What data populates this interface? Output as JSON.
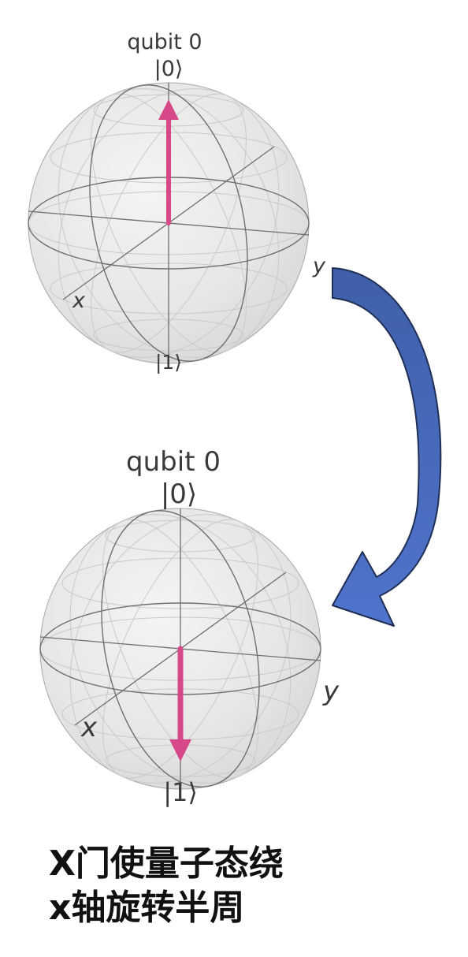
{
  "top_sphere": {
    "title": "qubit 0",
    "north_label": "|0⟩",
    "south_label": "|1⟩",
    "x_label": "x",
    "y_label": "y",
    "state": "|0⟩",
    "vector_direction": "up",
    "vector_color": "#d6488a"
  },
  "bottom_sphere": {
    "title": "qubit 0",
    "north_label": "|0⟩",
    "south_label": "|1⟩",
    "x_label": "x",
    "y_label": "y",
    "state": "|1⟩",
    "vector_direction": "down",
    "vector_color": "#d6488a"
  },
  "transition_arrow": {
    "fill_top": "#3f5fa8",
    "fill_bottom": "#4f74cc",
    "outline": "#1f2f55"
  },
  "caption": {
    "line1": "X门使量子态绕",
    "line2": "x轴旋转半周"
  }
}
